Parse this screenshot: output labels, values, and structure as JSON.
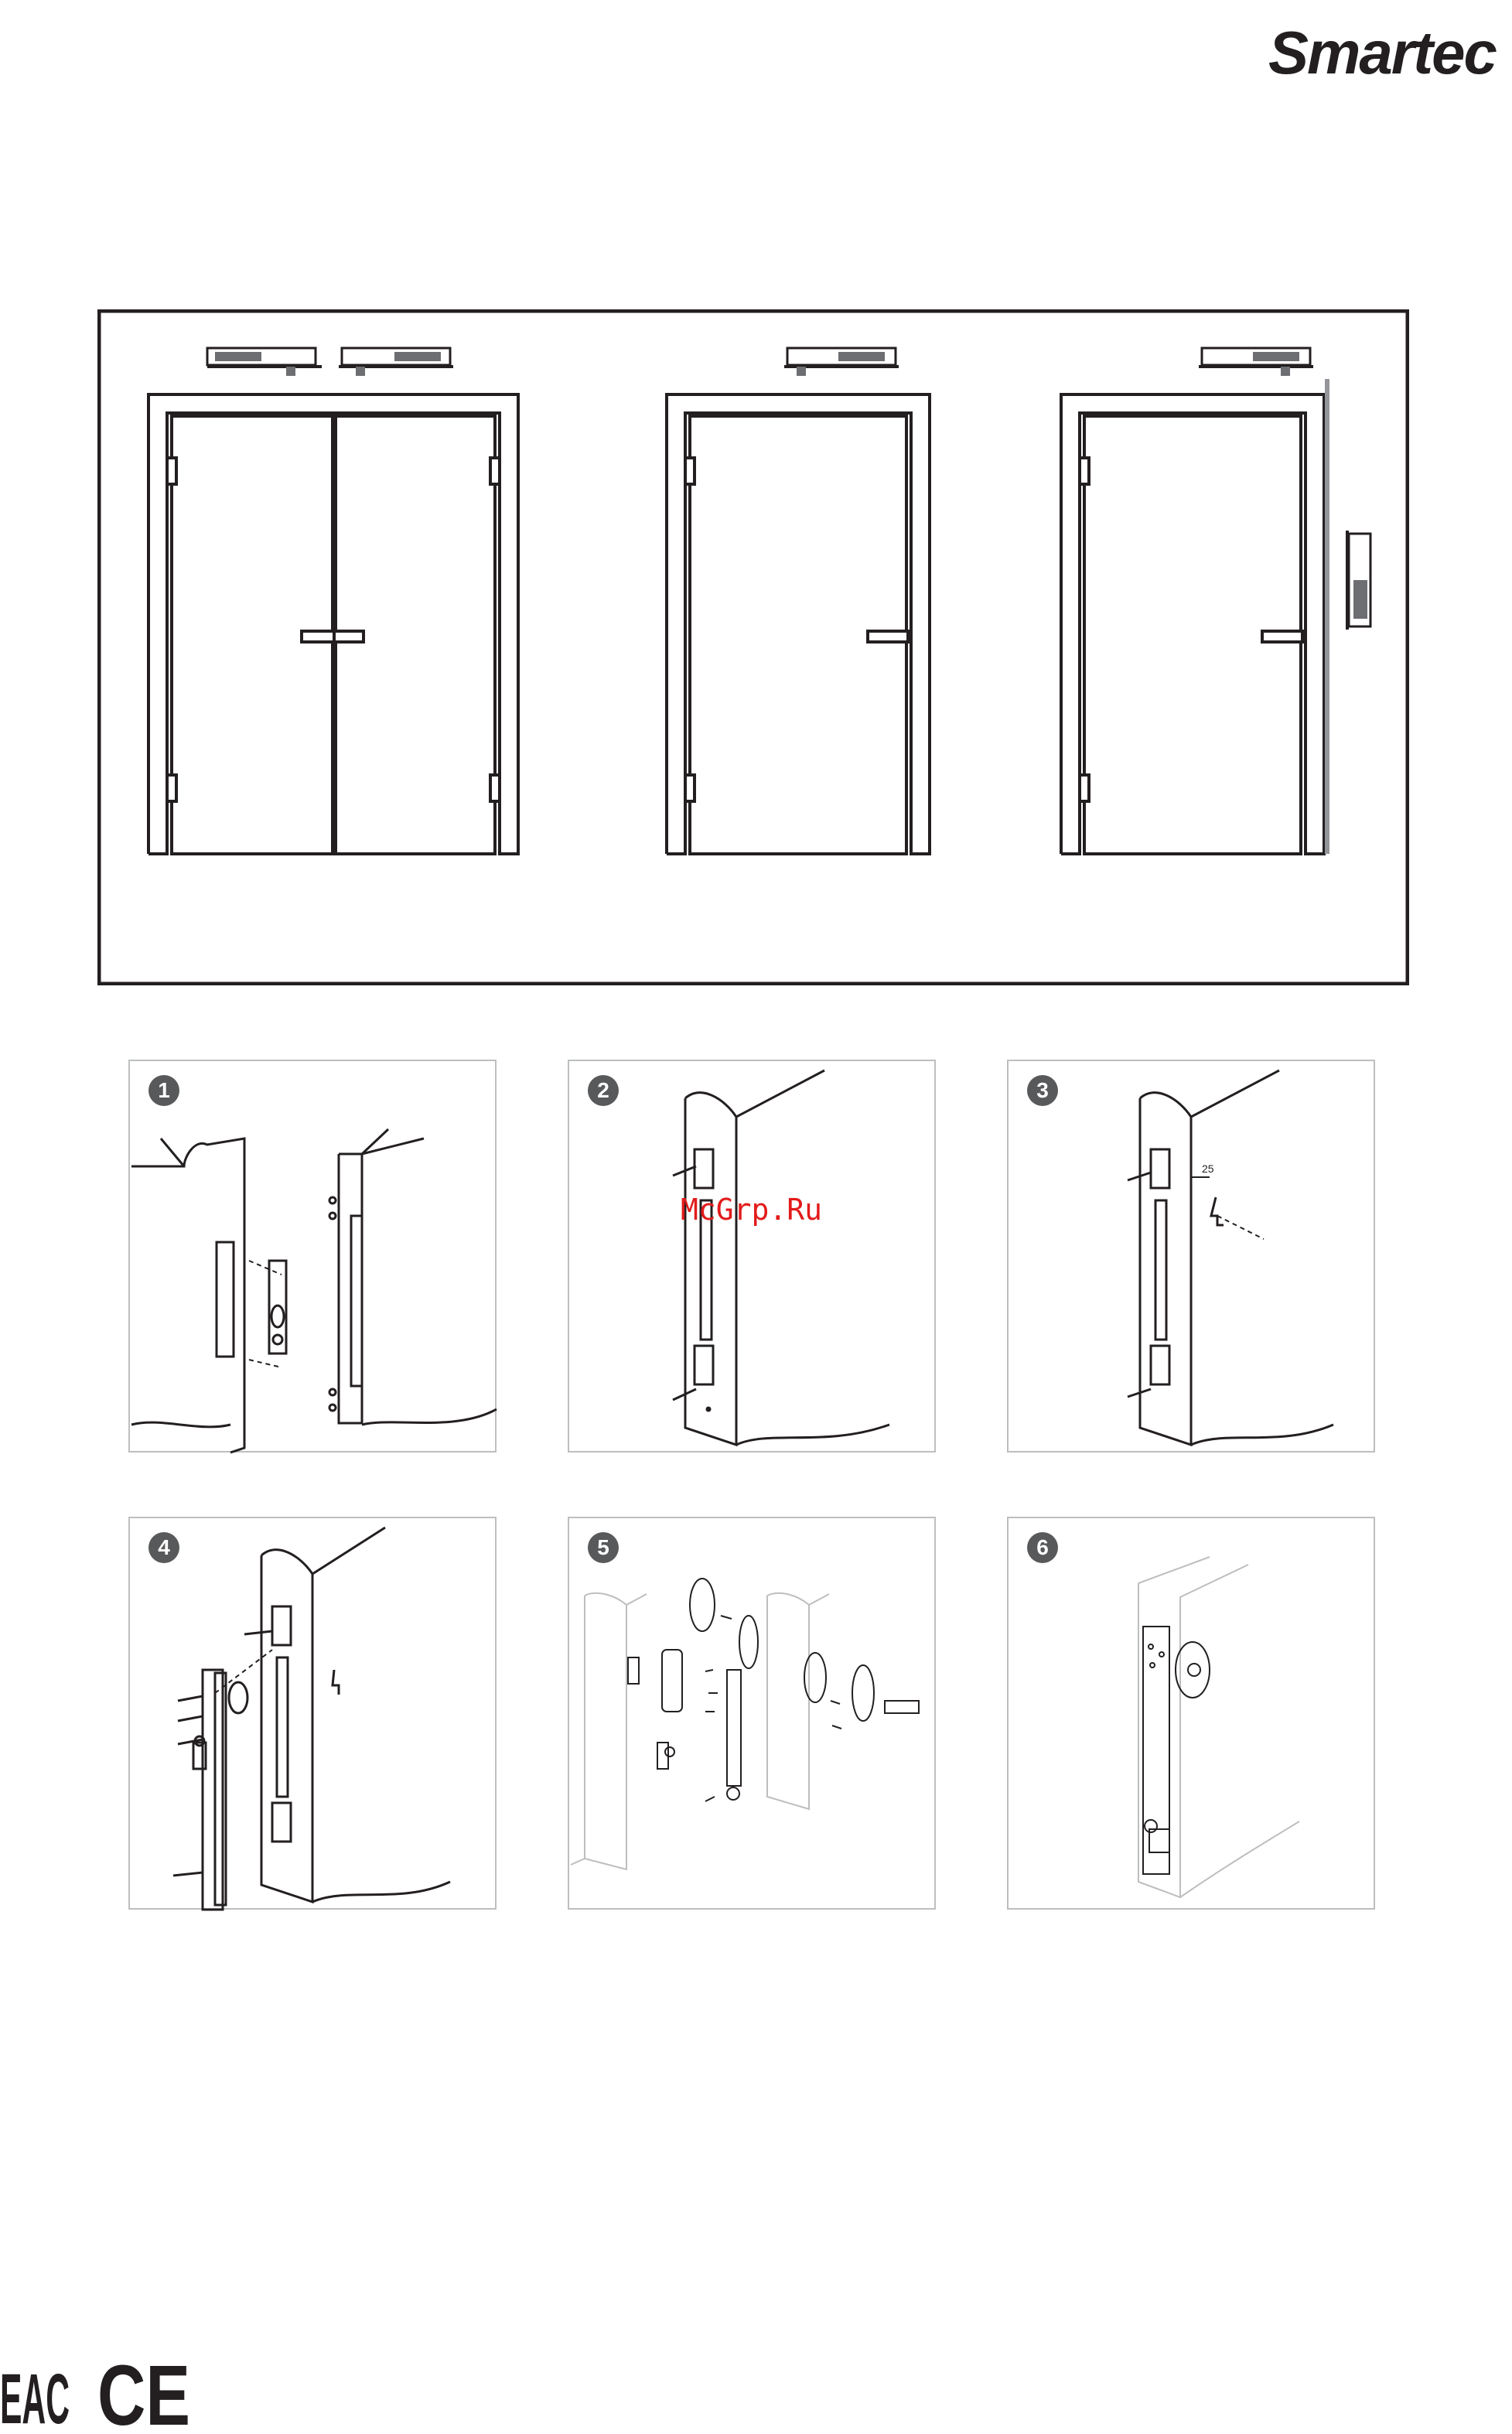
{
  "header": {
    "brand": "Smartec"
  },
  "watermark": {
    "text": "McGrp.Ru"
  },
  "steps": [
    {
      "number": "1"
    },
    {
      "number": "2"
    },
    {
      "number": "3",
      "dimension_label": "25"
    },
    {
      "number": "4"
    },
    {
      "number": "5"
    },
    {
      "number": "6"
    }
  ],
  "certification": {
    "eac": "EAC",
    "ce": "CE"
  },
  "colors": {
    "line": "#231f20",
    "badge": "#58595b",
    "panel_border": "#bcbec0",
    "watermark": "#e21b1b"
  }
}
